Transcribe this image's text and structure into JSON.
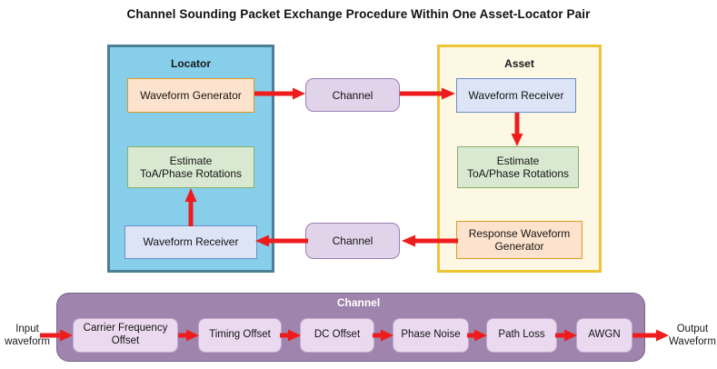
{
  "title": "Channel Sounding Packet Exchange Procedure Within One Asset-Locator Pair",
  "colors": {
    "arrow": "#ee1c1c",
    "locator_fill": "#87ceeb",
    "locator_border": "#4a7f95",
    "asset_fill": "#fdf8e3",
    "asset_border": "#f0c437",
    "channel_pill_fill": "#e0d3ea",
    "channel_pill_border": "#9b7fb5",
    "bottom_panel_fill": "#9f85ad",
    "bottom_panel_border": "#7d6490",
    "stage_fill": "#ead9ef",
    "stage_border": "#c3a9cf",
    "block_orange_fill": "#fde3cd",
    "block_orange_border": "#d99b26",
    "block_green_fill": "#d9e8d0",
    "block_green_border": "#87b06a",
    "block_blue_fill": "#dde4f6",
    "block_blue_border": "#6b8ec9"
  },
  "locator": {
    "label": "Locator",
    "waveform_generator": "Waveform Generator",
    "estimate_line1": "Estimate",
    "estimate_line2": "ToA/Phase Rotations",
    "waveform_receiver": "Waveform Receiver"
  },
  "asset": {
    "label": "Asset",
    "waveform_receiver": "Waveform Receiver",
    "estimate_line1": "Estimate",
    "estimate_line2": "ToA/Phase Rotations",
    "response_generator_line1": "Response Waveform",
    "response_generator_line2": "Generator"
  },
  "channel_links": {
    "forward": "Channel",
    "reverse": "Channel"
  },
  "channel_detail": {
    "title": "Channel",
    "input_caption_line1": "Input",
    "input_caption_line2": "waveform",
    "output_caption_line1": "Output",
    "output_caption_line2": "Waveform",
    "stages": [
      {
        "id": "carrier-frequency-offset",
        "line1": "Carrier Frequency",
        "line2": "Offset"
      },
      {
        "id": "timing-offset",
        "line1": "Timing Offset",
        "line2": ""
      },
      {
        "id": "dc-offset",
        "line1": "DC Offset",
        "line2": ""
      },
      {
        "id": "phase-noise",
        "line1": "Phase Noise",
        "line2": ""
      },
      {
        "id": "path-loss",
        "line1": "Path Loss",
        "line2": ""
      },
      {
        "id": "awgn",
        "line1": "AWGN",
        "line2": ""
      }
    ]
  }
}
